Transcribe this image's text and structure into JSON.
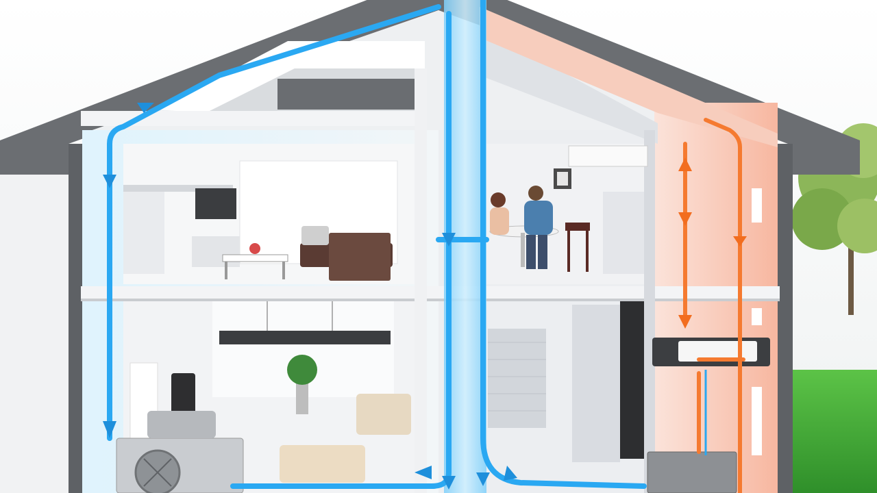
{
  "scene": {
    "description_visible_text": "",
    "colors": {
      "sky": "#f4f6f6",
      "grass": "#4fb13a",
      "roof": "#6b6e72",
      "wall": "#e9ebee",
      "floor_slab": "#f3f4f6",
      "cold_air": "#2aa8f2",
      "warm_air": "#f57a30",
      "warm_tint": "#f9c6b4",
      "tree": "#7aa84a"
    },
    "icons": [
      "outdoor-heat-pump",
      "indoor-air-handler",
      "wall-mounted-indoor-unit",
      "family-at-table",
      "sofa",
      "kitchen",
      "staircase",
      "tree"
    ]
  }
}
